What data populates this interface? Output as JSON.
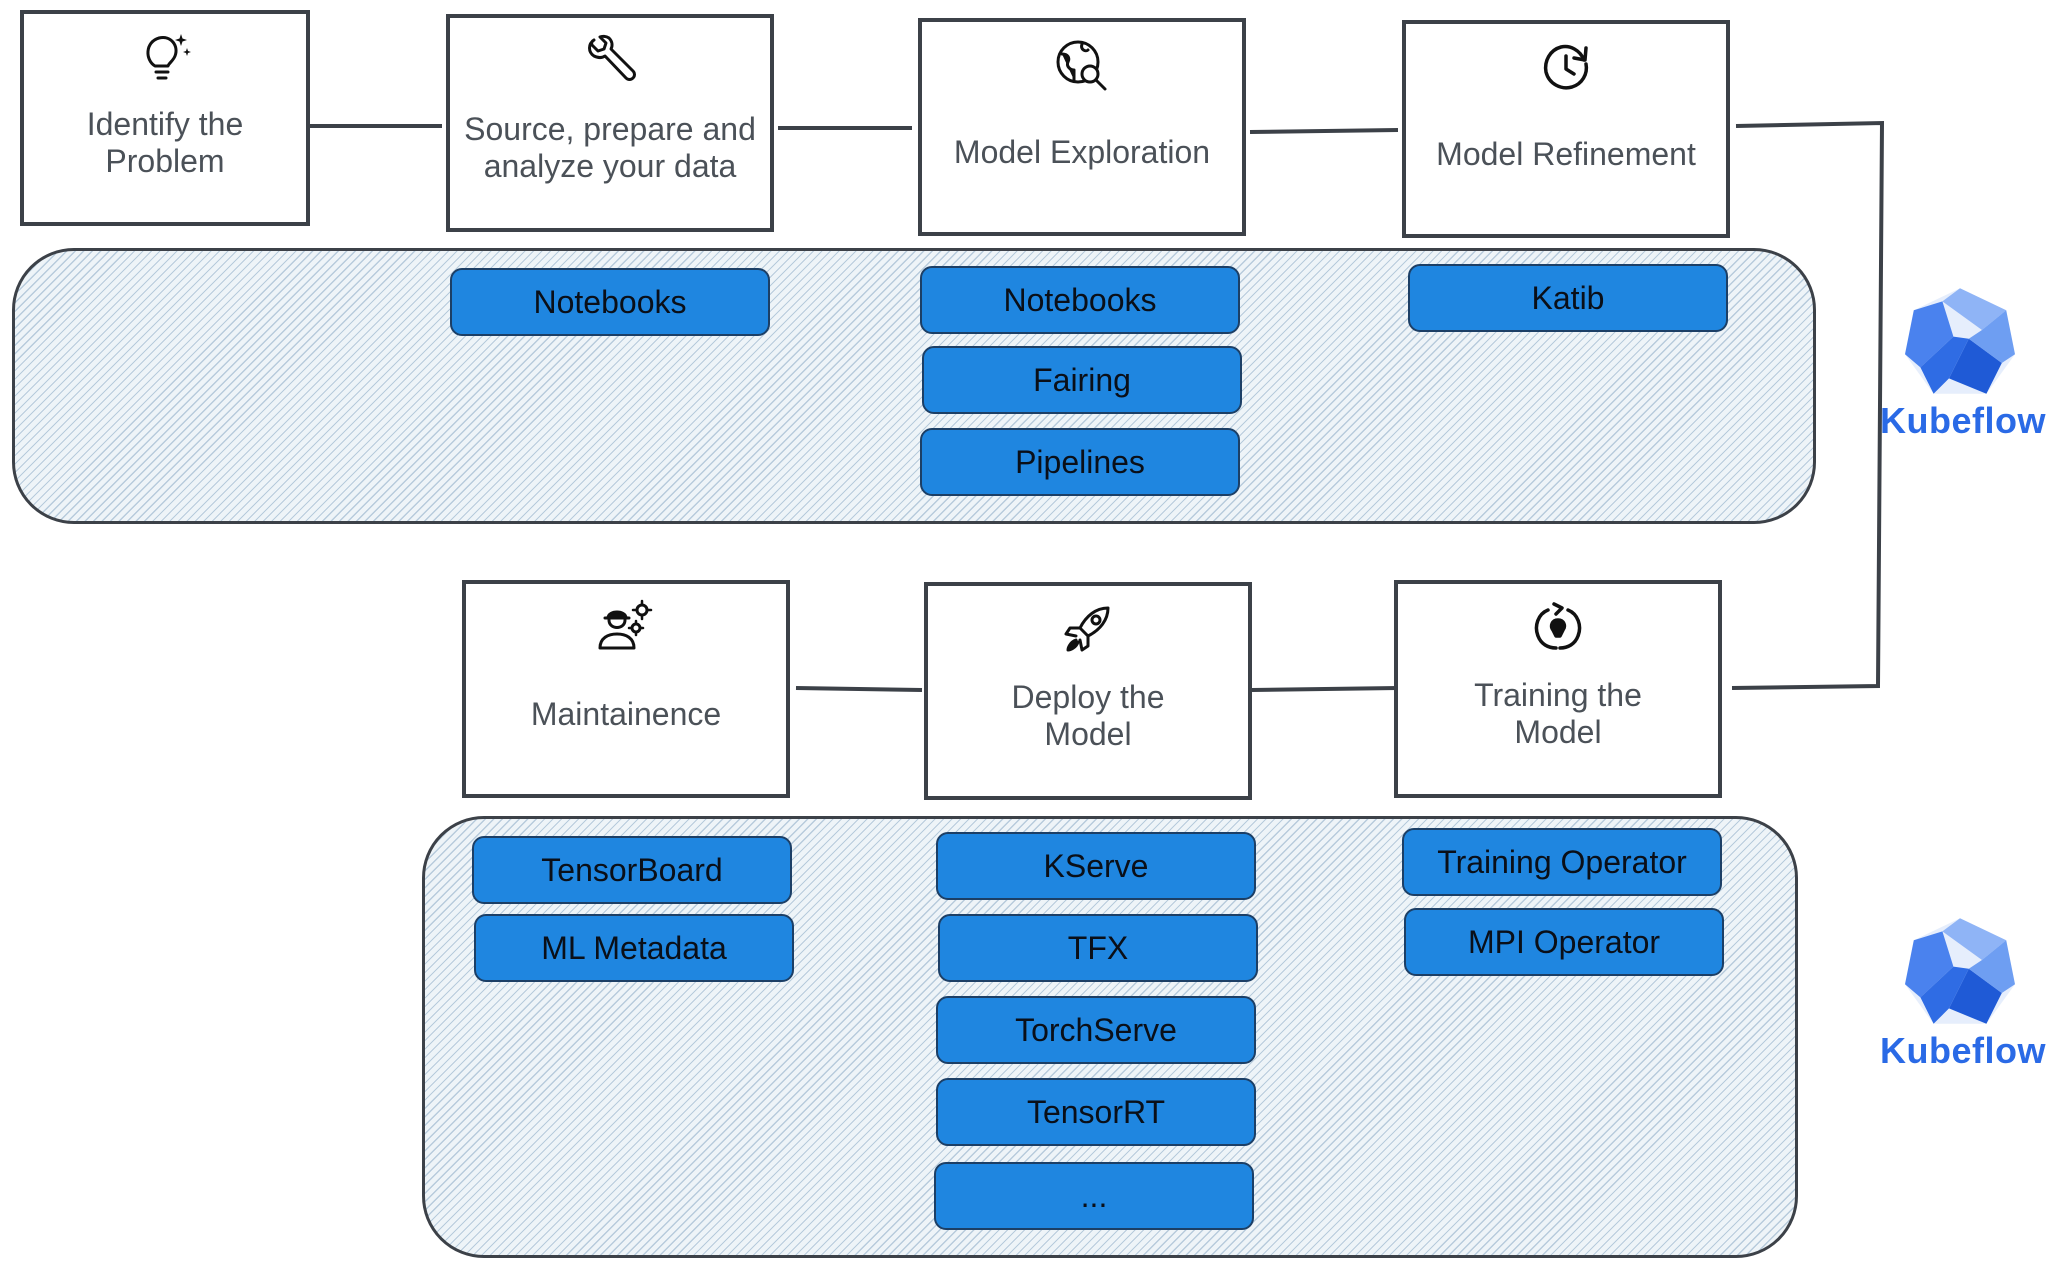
{
  "stages": {
    "identify": "Identify the\nProblem",
    "source": "Source, prepare and\nanalyze your data",
    "exploration": "Model Exploration",
    "refinement": "Model Refinement",
    "training": "Training the\nModel",
    "deploy": "Deploy the\nModel",
    "maintenance": "Maintainence"
  },
  "components": {
    "source": [
      "Notebooks"
    ],
    "exploration": [
      "Notebooks",
      "Fairing",
      "Pipelines"
    ],
    "refinement": [
      "Katib"
    ],
    "training": [
      "Training Operator",
      "MPI Operator"
    ],
    "deploy": [
      "KServe",
      "TFX",
      "TorchServe",
      "TensorRT",
      "..."
    ],
    "maintenance": [
      "TensorBoard",
      "ML Metadata"
    ]
  },
  "logo": {
    "wordmark": "Kubeflow"
  },
  "colors": {
    "chip_fill": "#1f86e0",
    "chip_border": "#1c3f66",
    "band_hatch": "#b7cbdc",
    "border": "#3c4148",
    "kubeflow_blue": "#2a6ae6"
  },
  "icons": {
    "identify": "lightbulb-sparkle-icon",
    "source": "wrench-icon",
    "exploration": "globe-search-icon",
    "refinement": "clock-history-icon",
    "training": "retrain-cycle-icon",
    "deploy": "rocket-icon",
    "maintenance": "worker-gears-icon"
  }
}
